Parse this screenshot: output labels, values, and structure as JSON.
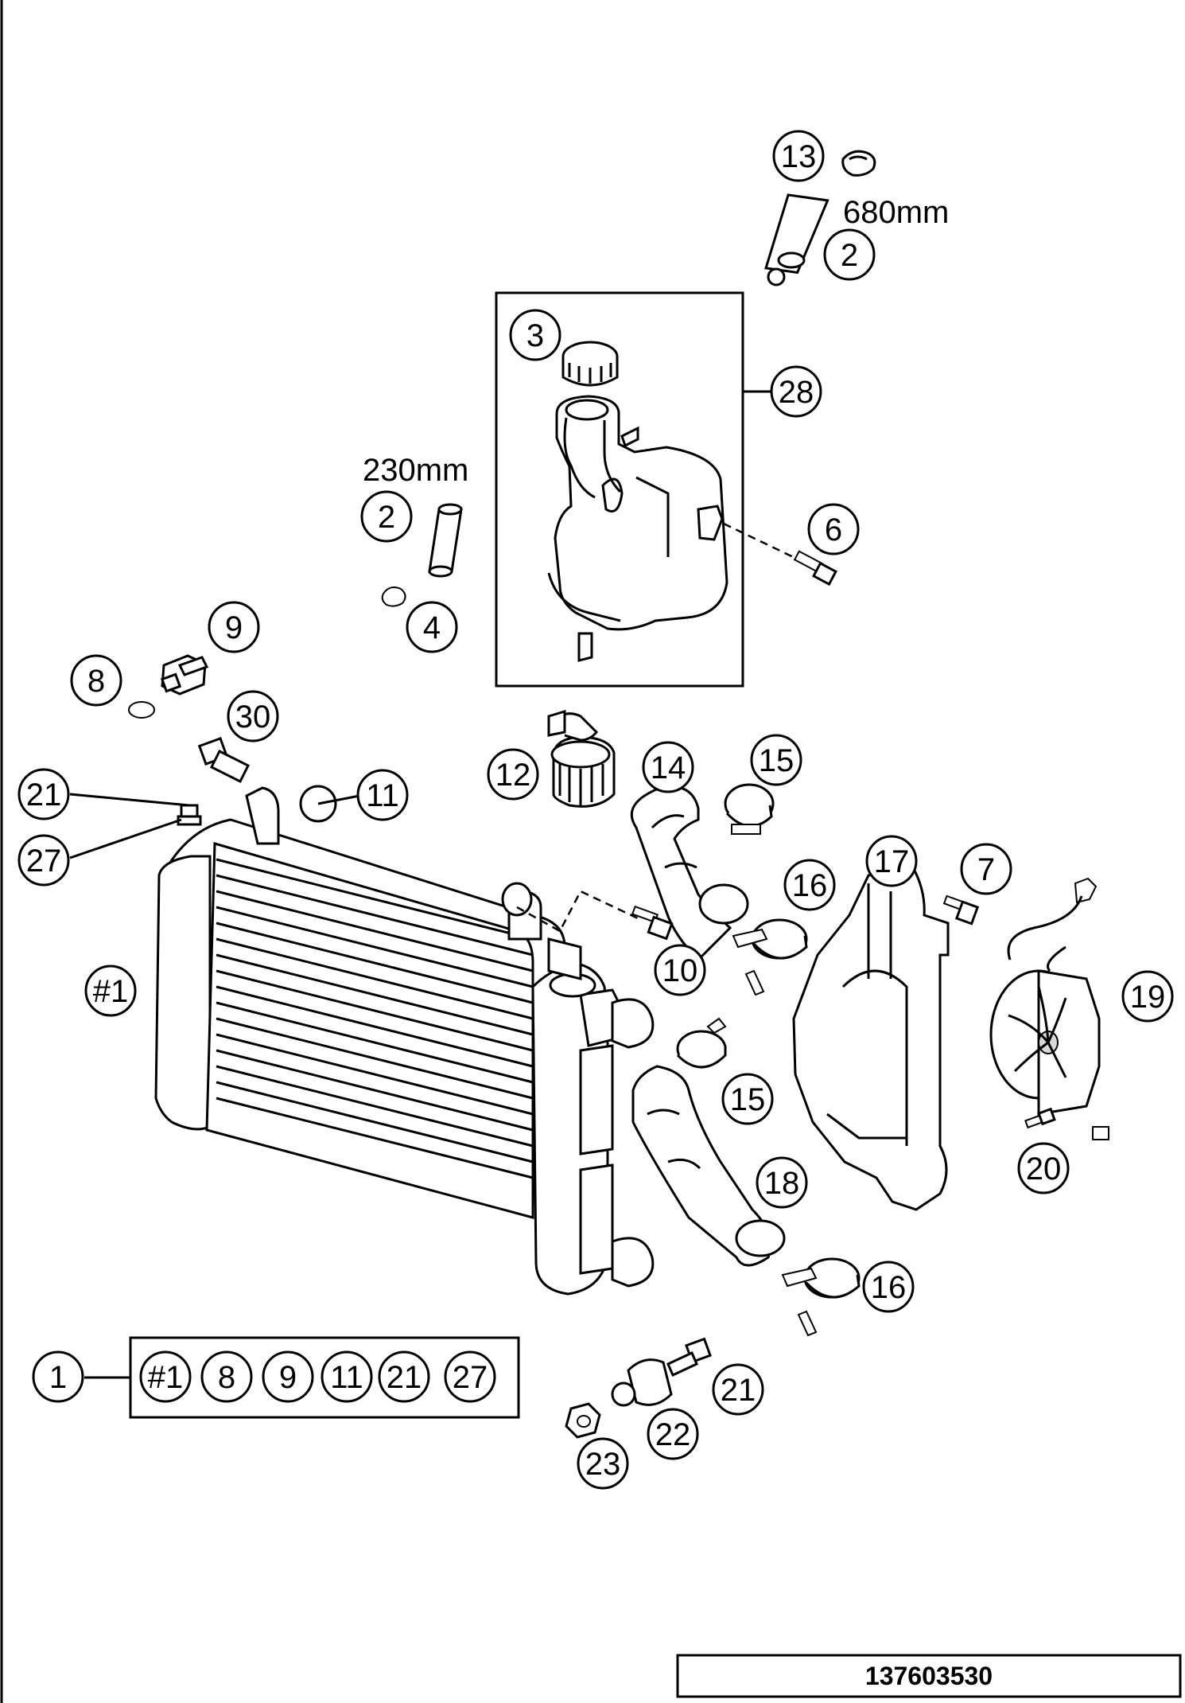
{
  "dimensions": {
    "hose_long": "680mm",
    "hose_short": "230mm"
  },
  "callouts": {
    "c13": "13",
    "c2a": "2",
    "c3": "3",
    "c28": "28",
    "c2b": "2",
    "c4": "4",
    "c6": "6",
    "c9": "9",
    "c8": "8",
    "c30": "30",
    "c21a": "21",
    "c27": "27",
    "c11": "11",
    "c12": "12",
    "c14": "14",
    "c15a": "15",
    "c16a": "16",
    "c17": "17",
    "c7": "7",
    "c10": "10",
    "c19": "19",
    "c1a": "#1",
    "c15b": "15",
    "c18": "18",
    "c20": "20",
    "c16b": "16",
    "c1": "1",
    "c21b": "21",
    "c22": "22",
    "c23": "23"
  },
  "kit_contents": [
    "#1",
    "8",
    "9",
    "11",
    "21",
    "27"
  ],
  "document_number": "137603530"
}
